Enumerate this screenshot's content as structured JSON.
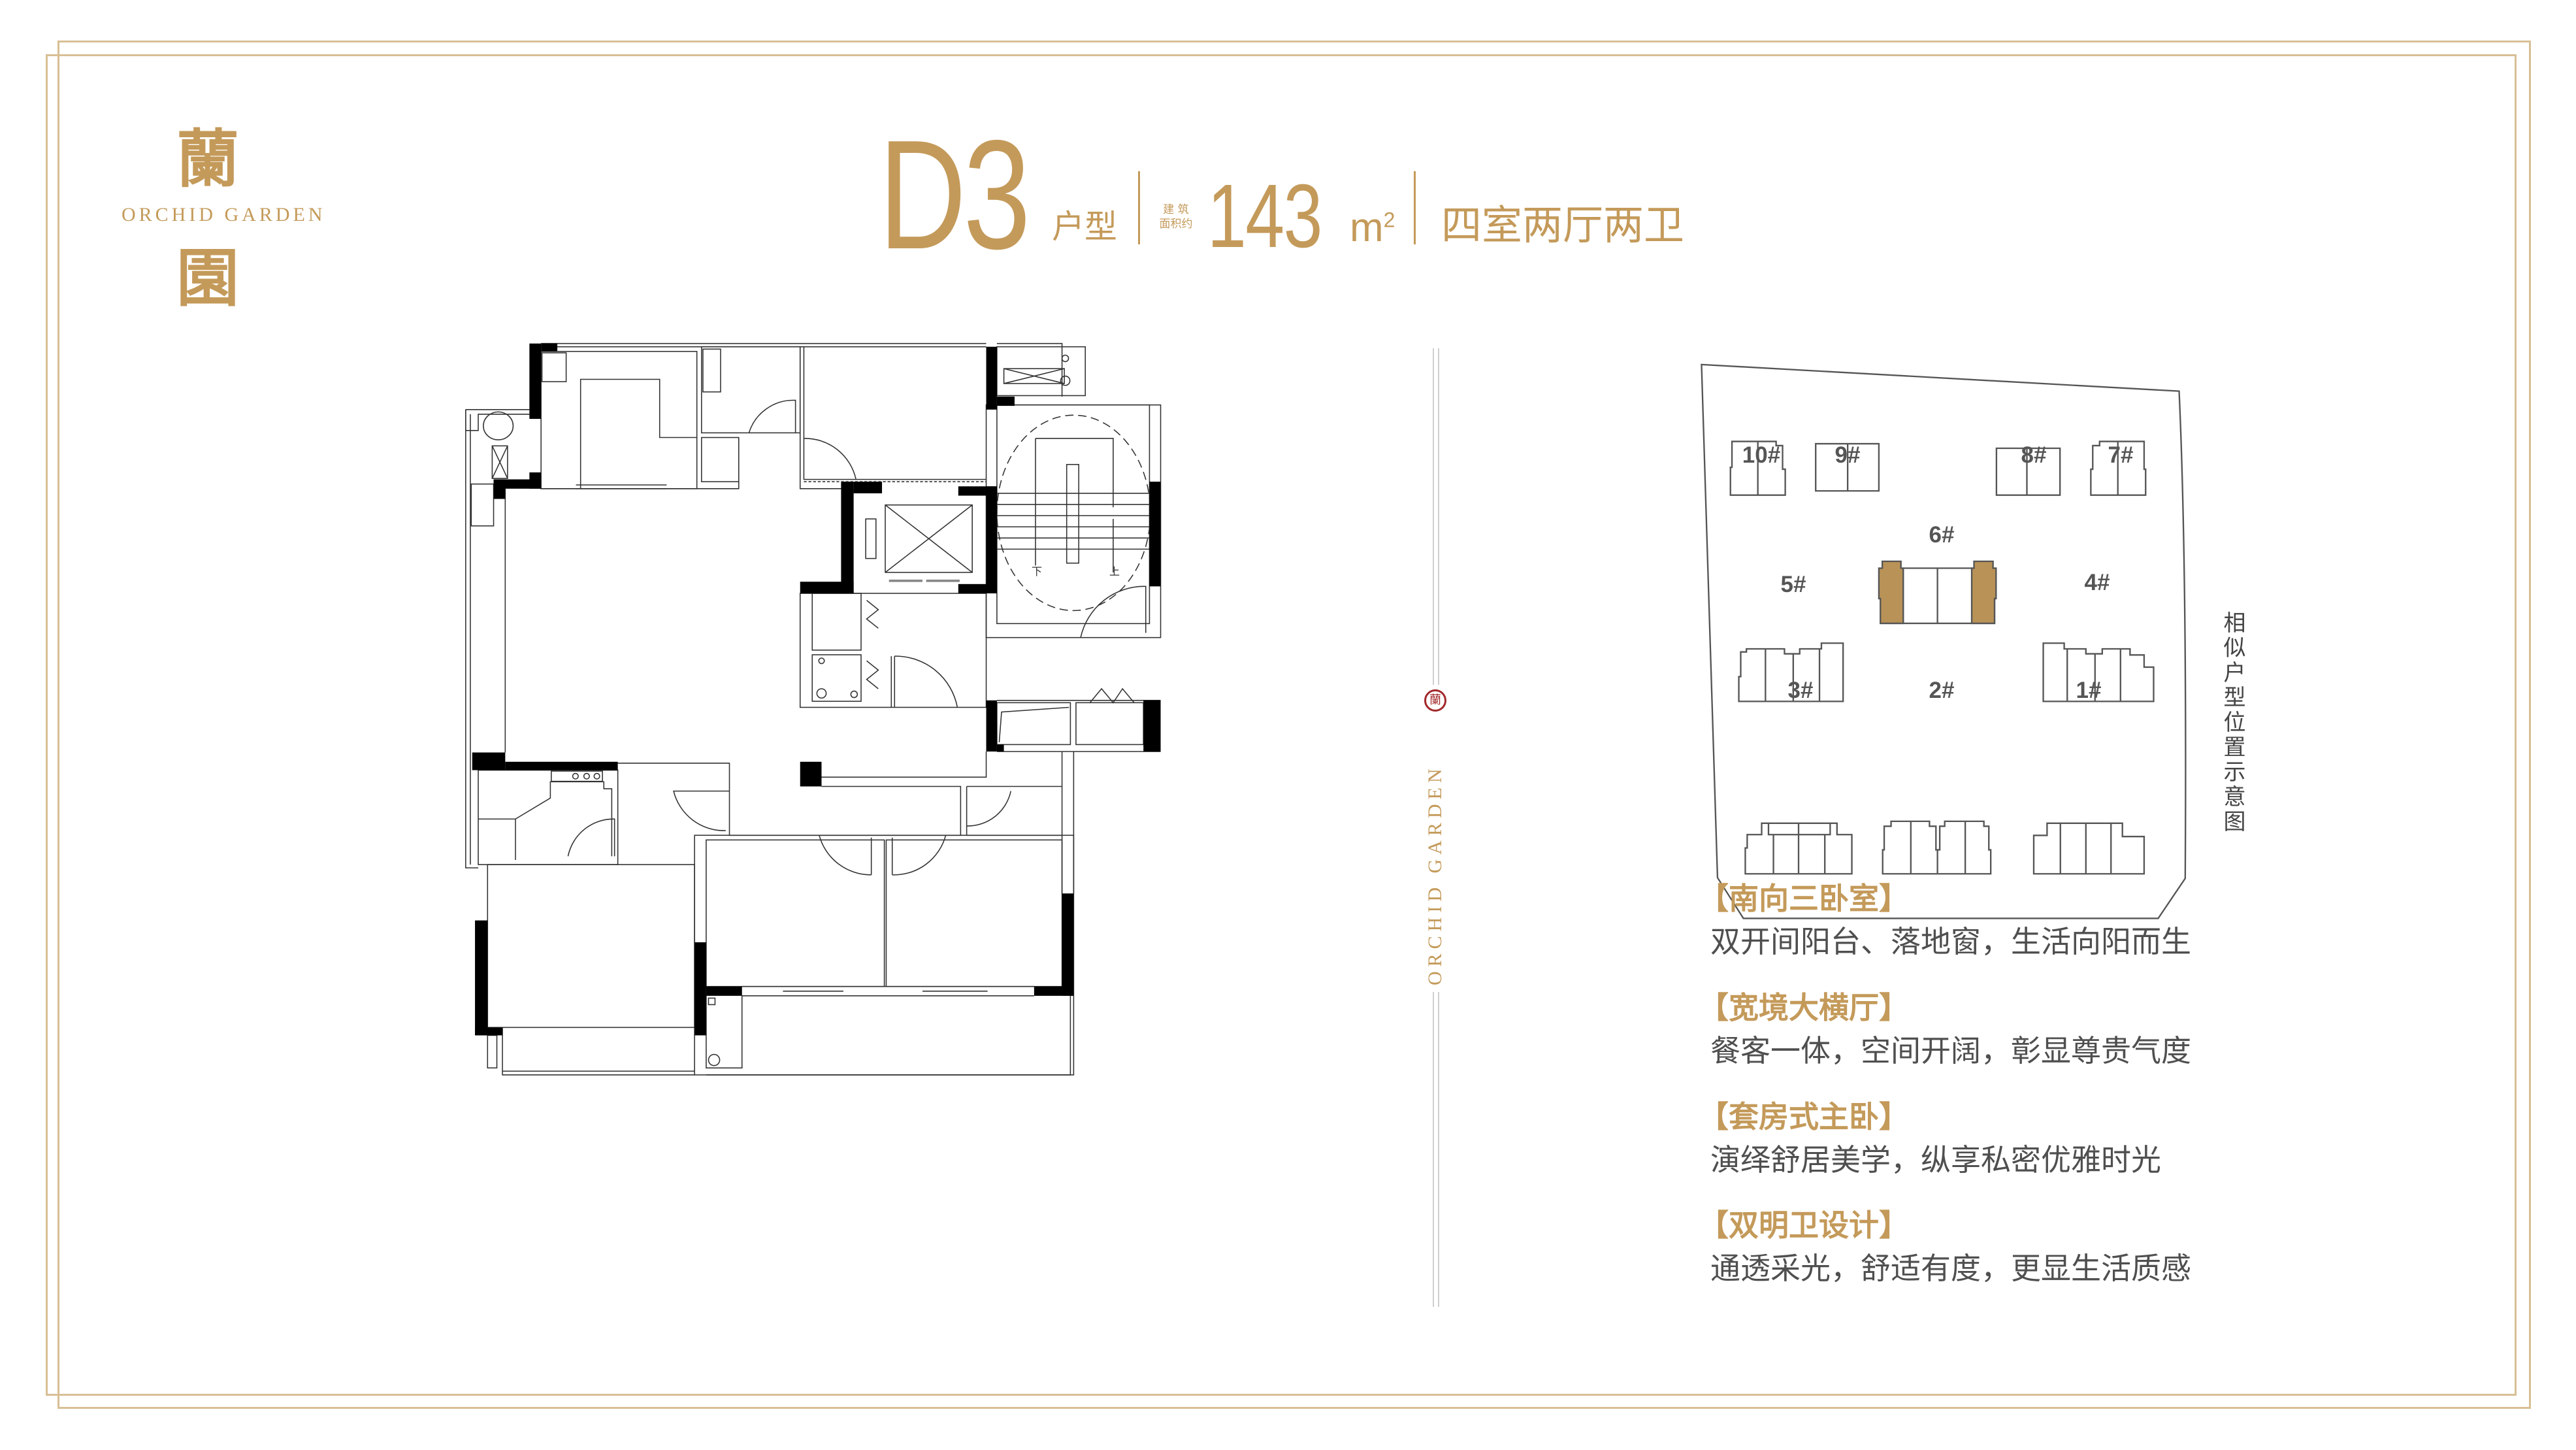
{
  "colors": {
    "gold": "#c49a5a",
    "highlight": "#b99257",
    "text_gray": "#4f4f4f",
    "seal_red": "#a3282b"
  },
  "logo": {
    "char_top": "蘭",
    "char_bottom": "園",
    "english": "ORCHID GARDEN"
  },
  "header": {
    "unit_type": "D3",
    "unit_type_suffix": "户型",
    "area_label_line1": "建 筑",
    "area_label_line2": "面积约",
    "area_value": "143",
    "area_unit": "m",
    "area_unit_sup": "2",
    "layout": "四室两厅两卫"
  },
  "floorplan": {
    "stair_down": "下",
    "stair_up": "上"
  },
  "divider": {
    "english": "ORCHID GARDEN",
    "seal_icon": "seal-icon"
  },
  "site_map": {
    "caption": "相似户型位置示意图",
    "buildings": [
      "10#",
      "9#",
      "8#",
      "7#",
      "6#",
      "5#",
      "4#",
      "3#",
      "2#",
      "1#"
    ],
    "highlighted": "6#"
  },
  "features": [
    {
      "title": "【南向三卧室】",
      "desc": "双开间阳台、落地窗，生活向阳而生"
    },
    {
      "title": "【宽境大横厅】",
      "desc": "餐客一体，空间开阔，彰显尊贵气度"
    },
    {
      "title": "【套房式主卧】",
      "desc": "演绎舒居美学，纵享私密优雅时光"
    },
    {
      "title": "【双明卫设计】",
      "desc": "通透采光，舒适有度，更显生活质感"
    }
  ]
}
